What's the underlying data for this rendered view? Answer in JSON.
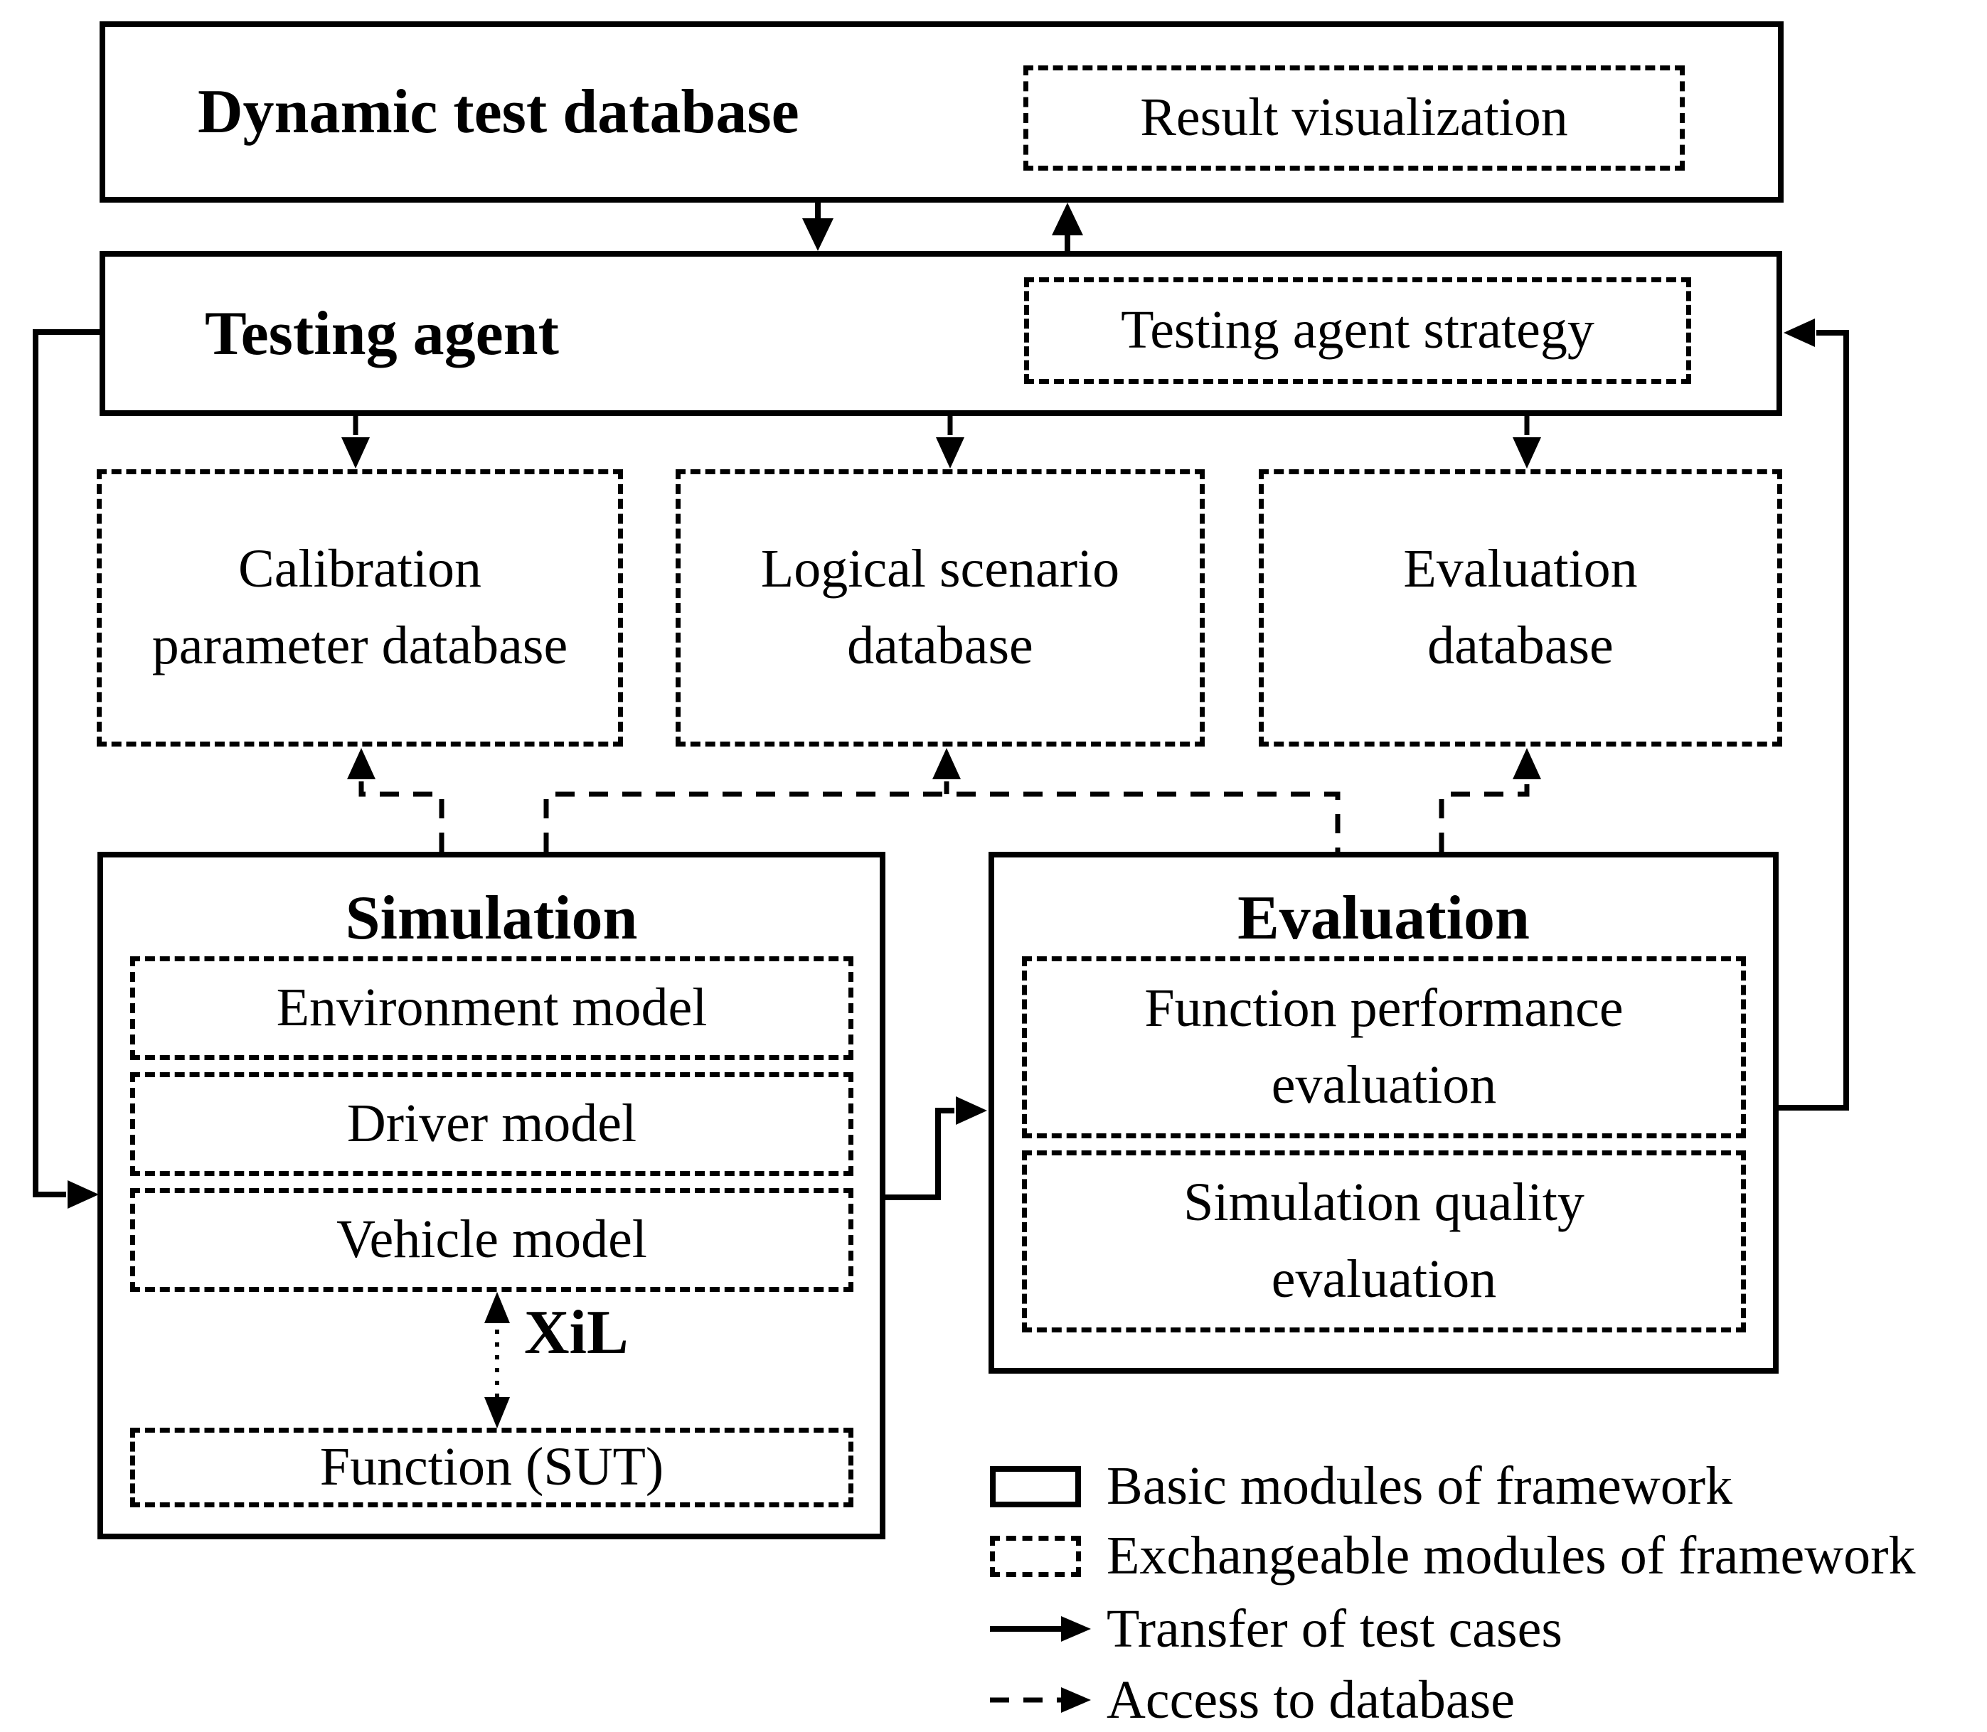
{
  "dynamic_test_database": {
    "title": "Dynamic test database",
    "result_visualization_label": "Result visualization"
  },
  "testing_agent": {
    "title": "Testing agent",
    "strategy_label": "Testing agent strategy"
  },
  "databases": [
    {
      "label_lines": [
        "Calibration",
        "parameter database"
      ]
    },
    {
      "label_lines": [
        "Logical scenario",
        "database"
      ]
    },
    {
      "label_lines": [
        "Evaluation",
        "database"
      ]
    }
  ],
  "simulation": {
    "title": "Simulation",
    "environment_model_label": "Environment model",
    "driver_model_label": "Driver model",
    "vehicle_model_label": "Vehicle model",
    "xil_label": "XiL",
    "function_sut_label": "Function (SUT)"
  },
  "evaluation": {
    "title": "Evaluation",
    "function_performance_label_lines": [
      "Function performance",
      "evaluation"
    ],
    "simulation_quality_label_lines": [
      "Simulation quality",
      "evaluation"
    ]
  },
  "legend": {
    "items": [
      {
        "symbol": "solid-box",
        "label": "Basic modules of framework"
      },
      {
        "symbol": "dashed-box",
        "label": "Exchangeable modules of framework"
      },
      {
        "symbol": "solid-arrow",
        "label": "Transfer of test cases"
      },
      {
        "symbol": "dashed-arrow",
        "label": "Access to database"
      }
    ]
  },
  "colors": {
    "ink": "#000000",
    "background": "#ffffff"
  }
}
